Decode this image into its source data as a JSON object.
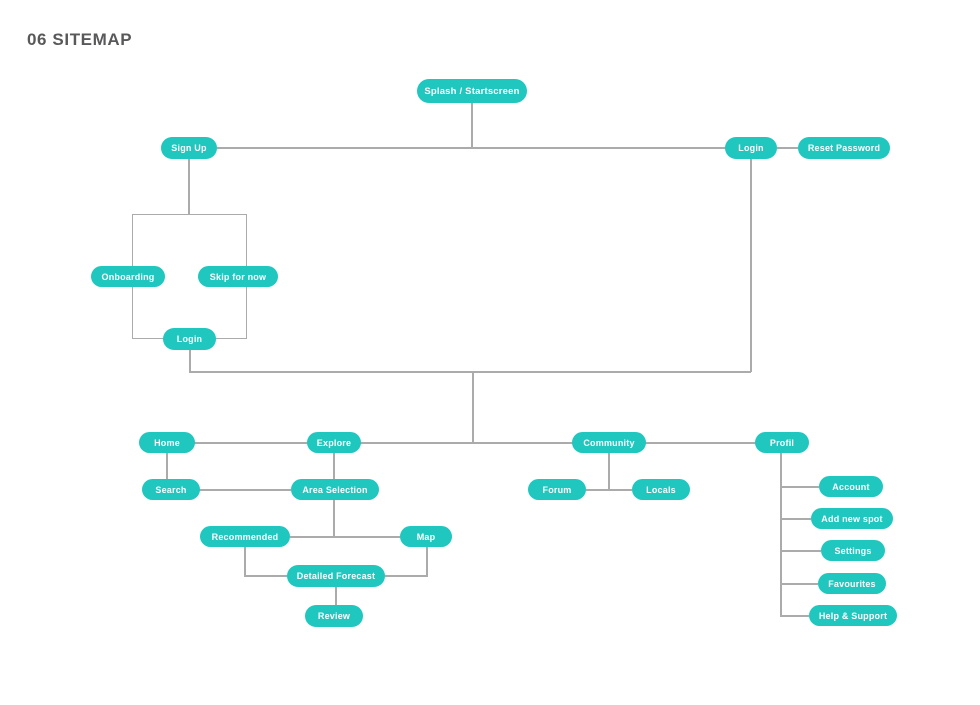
{
  "title": "06 SITEMAP",
  "colors": {
    "node_fill": "#1FC7BF",
    "node_text": "#FFFFFF",
    "connector": "#ABABAB",
    "title_text": "#59595B",
    "background": "#FFFFFF"
  },
  "nodes": {
    "splash": {
      "label": "Splash / Startscreen"
    },
    "sign_up": {
      "label": "Sign Up"
    },
    "login_top": {
      "label": "Login"
    },
    "reset_password": {
      "label": "Reset Password"
    },
    "onboarding": {
      "label": "Onboarding"
    },
    "skip_for_now": {
      "label": "Skip for now"
    },
    "login_onboarding": {
      "label": "Login"
    },
    "home": {
      "label": "Home"
    },
    "explore": {
      "label": "Explore"
    },
    "community": {
      "label": "Community"
    },
    "profil": {
      "label": "Profil"
    },
    "search": {
      "label": "Search"
    },
    "area_selection": {
      "label": "Area Selection"
    },
    "forum": {
      "label": "Forum"
    },
    "locals": {
      "label": "Locals"
    },
    "recommended": {
      "label": "Recommended"
    },
    "map": {
      "label": "Map"
    },
    "detailed_forecast": {
      "label": "Detailed Forecast"
    },
    "review": {
      "label": "Review"
    },
    "account": {
      "label": "Account"
    },
    "add_new_spot": {
      "label": "Add new spot"
    },
    "settings": {
      "label": "Settings"
    },
    "favourites": {
      "label": "Favourites"
    },
    "help_support": {
      "label": "Help & Support"
    }
  }
}
